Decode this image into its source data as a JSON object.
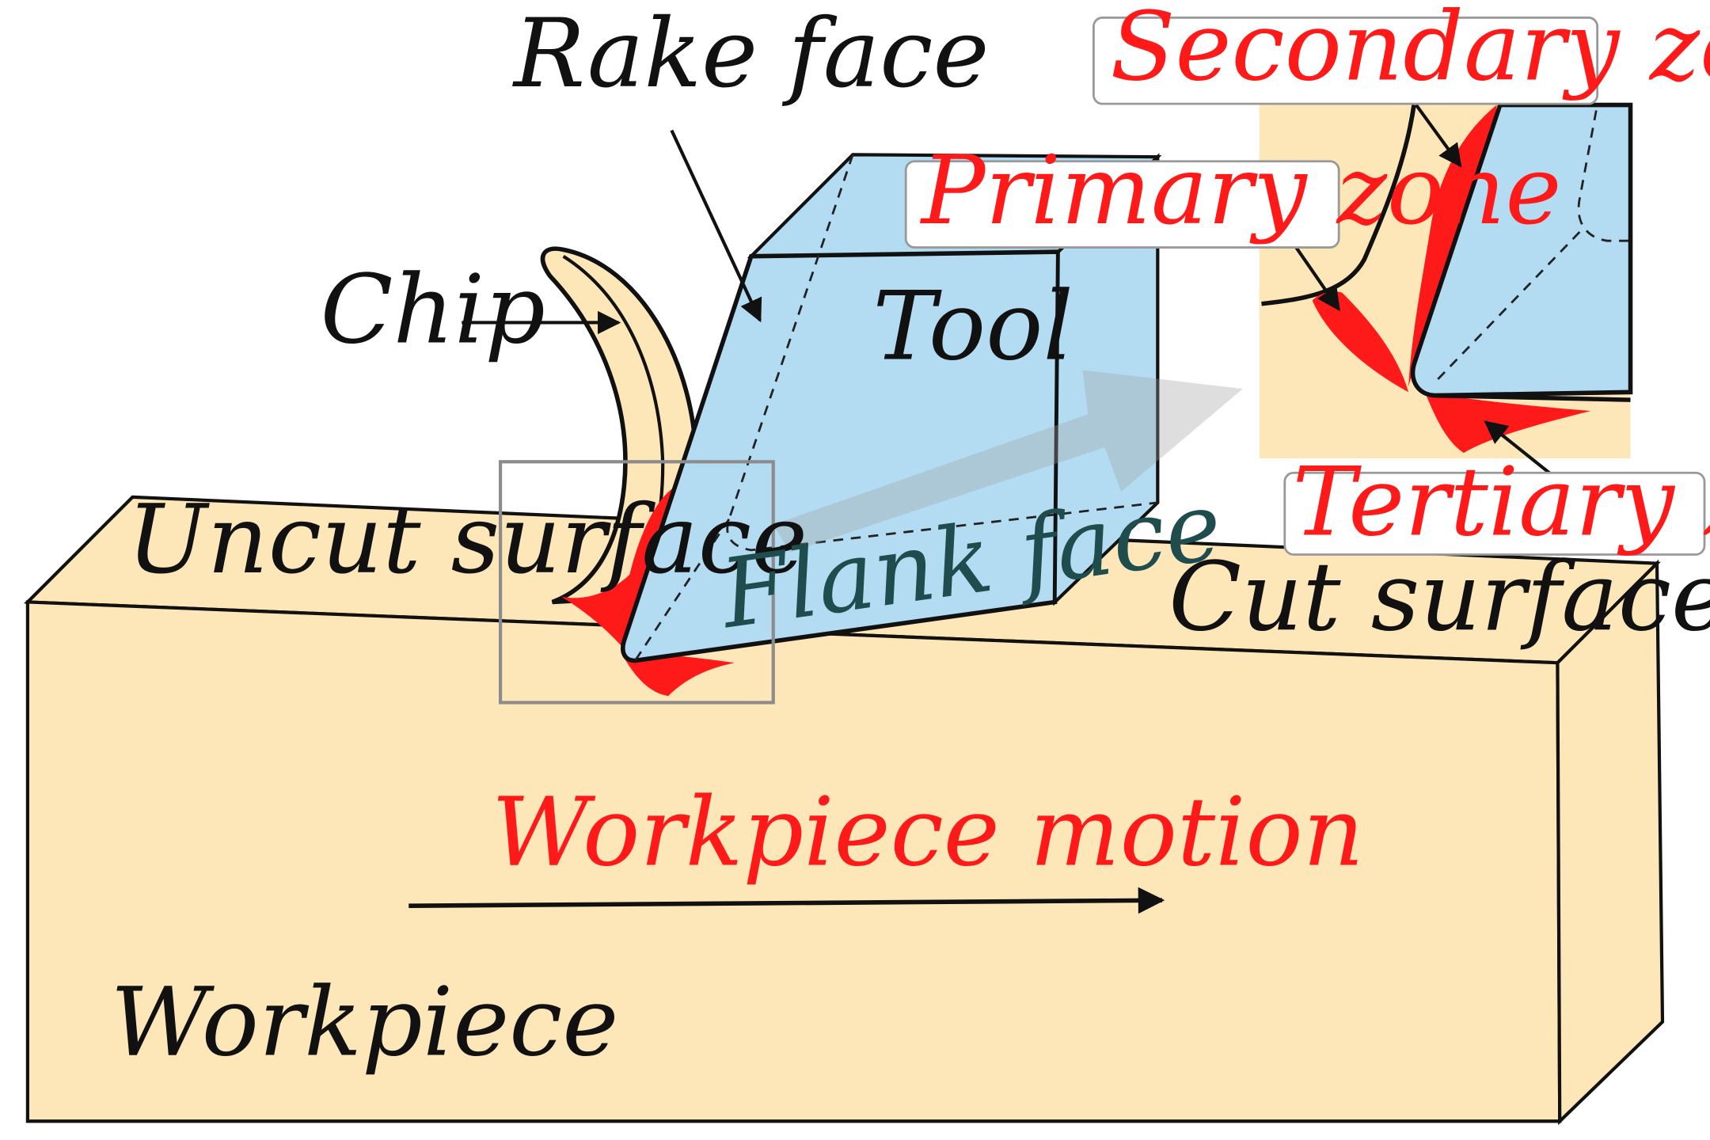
{
  "labels": {
    "rake_face": "Rake face",
    "secondary_zone": "Secondary zone",
    "primary_zone": "Primary zone",
    "tertiary_zone": "Tertiary zone",
    "chip": "Chip",
    "tool": "Tool",
    "uncut_surface": "Uncut surface",
    "flank_face": "Flank face",
    "cut_surface": "Cut surface",
    "workpiece_motion": "Workpiece motion",
    "workpiece": "Workpiece"
  },
  "colors": {
    "workpiece": "#fde6b8",
    "tool": "#b3dcf2",
    "deformation_zone": "#ff1a1a",
    "zone_label": "#ff1a1a",
    "outline": "#111111",
    "highlight_box": "#8c8c8c"
  }
}
